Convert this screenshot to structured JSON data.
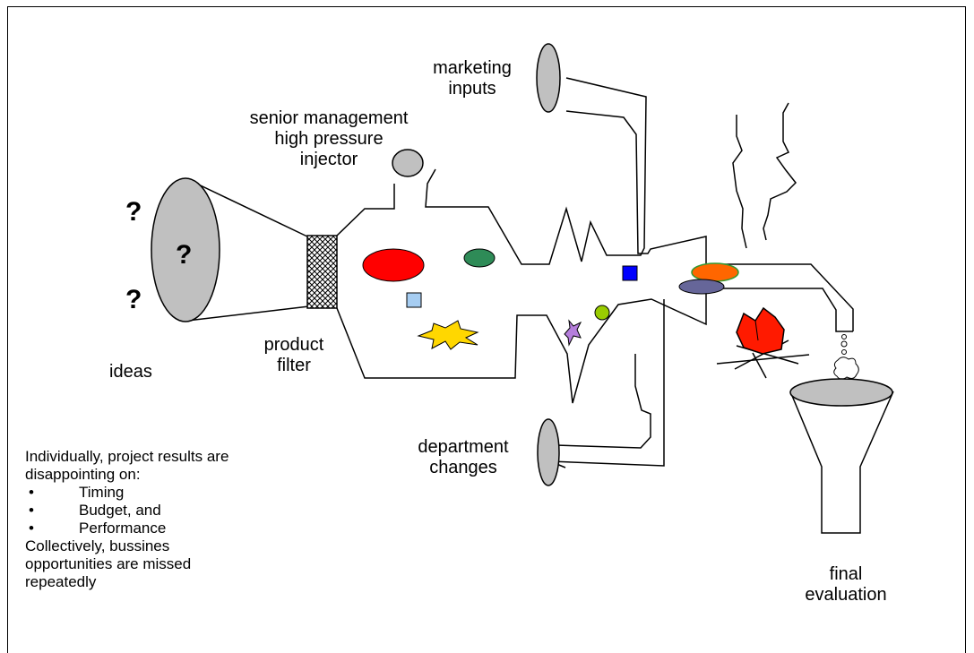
{
  "labels": {
    "marketing": [
      "marketing",
      "inputs"
    ],
    "senior": [
      "senior management",
      "high pressure",
      "injector"
    ],
    "ideas": "ideas",
    "filter": [
      "product",
      "filter"
    ],
    "department": [
      "department",
      "changes"
    ],
    "final": [
      "final",
      "evaluation"
    ]
  },
  "question_marks": [
    "?",
    "?",
    "?"
  ],
  "notes": {
    "intro_lines": [
      "Individually, project results are",
      "disappointing on:"
    ],
    "bullet_glyph": "•",
    "items": [
      "Timing",
      "Budget, and",
      "Performance"
    ],
    "outro_lines": [
      "Collectively, bussines",
      "opportunities are missed",
      "repeatedly"
    ]
  },
  "colors": {
    "funnel_gray": "#c0c0c0",
    "red_blob": "#ff0000",
    "green_blob": "#2e8b57",
    "light_blue_square": "#a6cdf2",
    "blue_square": "#0000ff",
    "yellow_burst": "#ffd700",
    "purple_burst": "#b57edc",
    "lime_dot": "#99cc00",
    "orange_disc": "#ff6600",
    "slate_disc": "#666699",
    "fire_red": "#ff1a00"
  }
}
